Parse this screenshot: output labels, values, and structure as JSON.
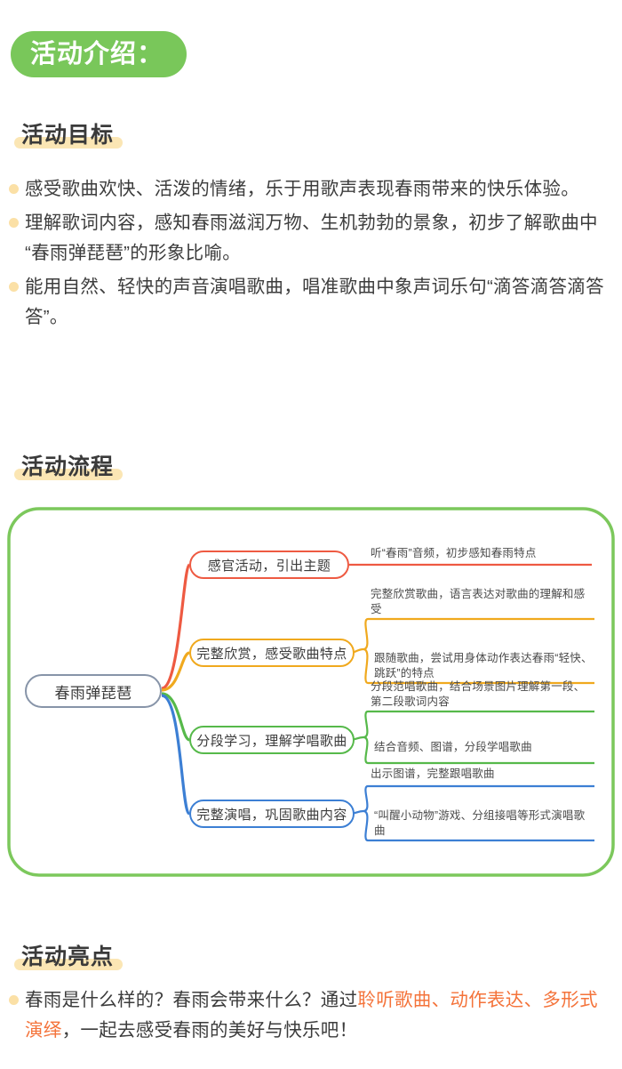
{
  "header": {
    "badge_label": "活动介绍："
  },
  "colors": {
    "badge_green": "#79C75A",
    "highlight_yellow": "#FBE6B4",
    "bullet_dot": "#FBE0A6",
    "accent_orange": "#F4733A",
    "frame_green": "#7CC85C",
    "center_border": "#8794A8",
    "branch_red": "#EE5A42",
    "branch_orange": "#F0A91E",
    "branch_green": "#56B94A",
    "branch_blue": "#3C7FD4"
  },
  "sections": {
    "goal": {
      "title": "活动目标",
      "items": [
        "感受歌曲欢快、活泼的情绪，乐于用歌声表现春雨带来的快乐体验。",
        "理解歌词内容，感知春雨滋润万物、生机勃勃的景象，初步了解歌曲中“春雨弹琵琶”的形象比喻。",
        "能用自然、轻快的声音演唱歌曲，唱准歌曲中象声词乐句“滴答滴答滴答答”。"
      ]
    },
    "flow": {
      "title": "活动流程"
    },
    "highlight": {
      "title": "活动亮点",
      "lead": "春雨是什么样的？春雨会带来什么？通过",
      "accent_1": "聆听歌曲、动作表达、多形式演绎",
      "tail": "，一起去感受春雨的美好与快乐吧！"
    }
  },
  "chart_data": {
    "type": "diagram",
    "title": "活动流程",
    "root": "春雨弹琵琶",
    "branches": [
      {
        "label": "感官活动，引出主题",
        "color": "#EE5A42",
        "leaves": [
          "听“春雨”音频，初步感知春雨特点"
        ]
      },
      {
        "label": "完整欣赏，感受歌曲特点",
        "color": "#F0A91E",
        "leaves": [
          "完整欣赏歌曲，语言表达对歌曲的理解和感受",
          "跟随歌曲，尝试用身体动作表达春雨“轻快、跳跃”的特点"
        ]
      },
      {
        "label": "分段学习，理解学唱歌曲",
        "color": "#56B94A",
        "leaves": [
          "分段范唱歌曲，结合场景图片理解第一段、第二段歌词内容",
          "结合音频、图谱，分段学唱歌曲"
        ]
      },
      {
        "label": "完整演唱，巩固歌曲内容",
        "color": "#3C7FD4",
        "leaves": [
          "出示图谱，完整跟唱歌曲",
          "“叫醒小动物”游戏、分组接唱等形式演唱歌曲"
        ]
      }
    ]
  }
}
